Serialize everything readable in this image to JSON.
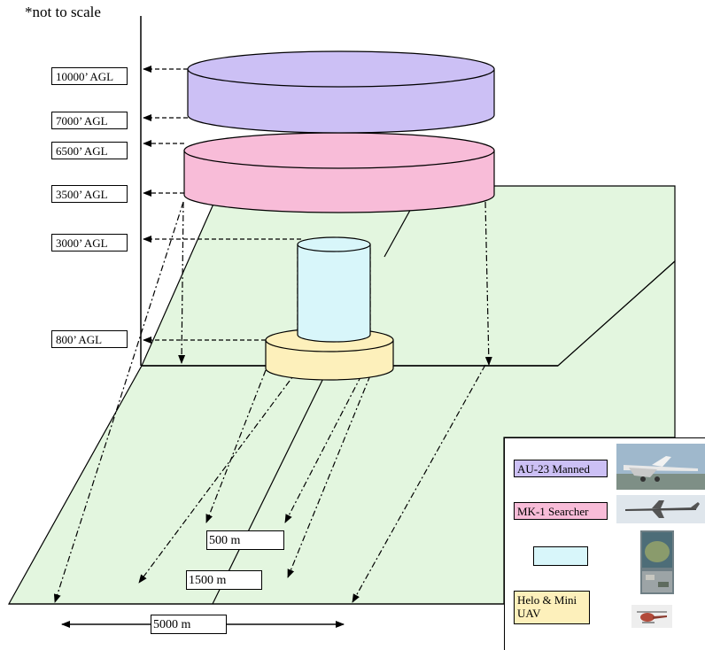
{
  "note": "*not to scale",
  "altitudes": [
    {
      "label": "10000’ AGL"
    },
    {
      "label": "7000’ AGL"
    },
    {
      "label": "6500’ AGL"
    },
    {
      "label": "3500’ AGL"
    },
    {
      "label": "3000’ AGL"
    },
    {
      "label": "800’ AGL"
    }
  ],
  "distances": {
    "d500": "500 m",
    "d1500": "1500 m",
    "d5000": "5000 m"
  },
  "legend": {
    "items": [
      {
        "label": "AU-23 Manned",
        "color": "#ccc0f5",
        "photo": "aircraft-photo"
      },
      {
        "label": "MK-1 Searcher",
        "color": "#f8bcd8",
        "photo": "uav-photo"
      },
      {
        "label": "",
        "color": "#d8f6fa",
        "photo": "aerial-photo"
      },
      {
        "label": "Helo & Mini UAV",
        "color": "#fdf0bb",
        "photo": "helicopter-photo"
      }
    ]
  },
  "colors": {
    "ground": "#e3f6df",
    "au23": "#ccc0f5",
    "mk1": "#f8bcd8",
    "column": "#d8f6fa",
    "helo": "#fdf0bb"
  }
}
